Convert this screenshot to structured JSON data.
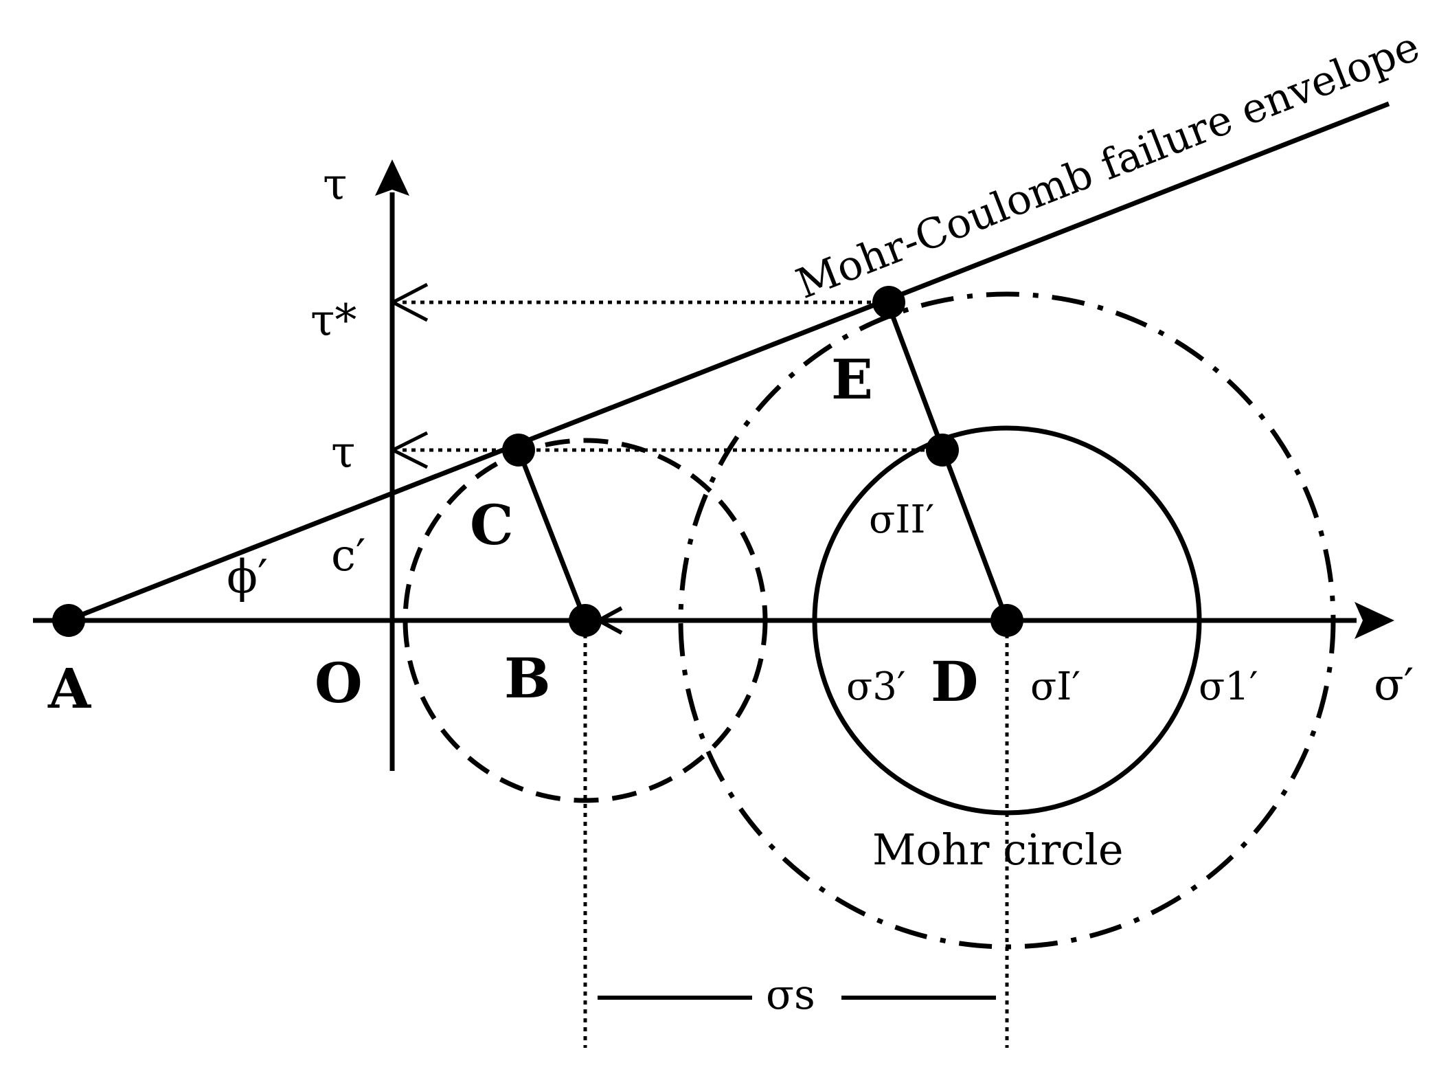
{
  "labels": {
    "tau_axis": "τ",
    "tau_star": "τ*",
    "tau_level": "τ",
    "c_prime": "c′",
    "phi_prime": "ϕ′",
    "point_A": "A",
    "origin_O": "O",
    "point_B": "B",
    "point_C": "C",
    "point_D": "D",
    "point_E": "E",
    "sigma_prime_axis": "σ′",
    "sigma_3_prime": "σ3′",
    "sigma_I_prime": "σI′",
    "sigma_1_prime": "σ1′",
    "sigma_II_prime": "σII′",
    "sigma_s": "σs",
    "envelope_label": "Mohr-Coulomb failure envelope",
    "mohr_circle_label": "Mohr circle"
  }
}
